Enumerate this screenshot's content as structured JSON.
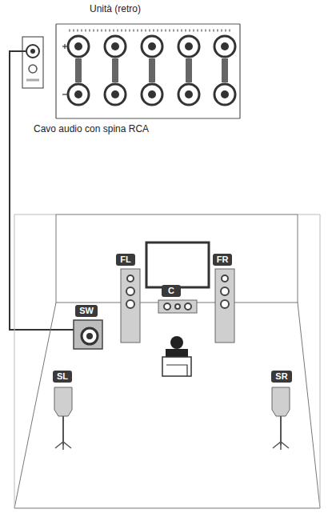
{
  "diagram": {
    "nodes": [
      {
        "text": [
          "FL"
        ]
      },
      {
        "text": [
          "FR"
        ]
      },
      {
        "text": [
          "C"
        ]
      },
      {
        "text": [
          "SW"
        ]
      },
      {
        "text": [
          "SL"
        ]
      },
      {
        "text": [
          "SR"
        ]
      }
    ],
    "labels": [
      "Unità (retro)",
      "Cavo audio con spina RCA"
    ]
  }
}
